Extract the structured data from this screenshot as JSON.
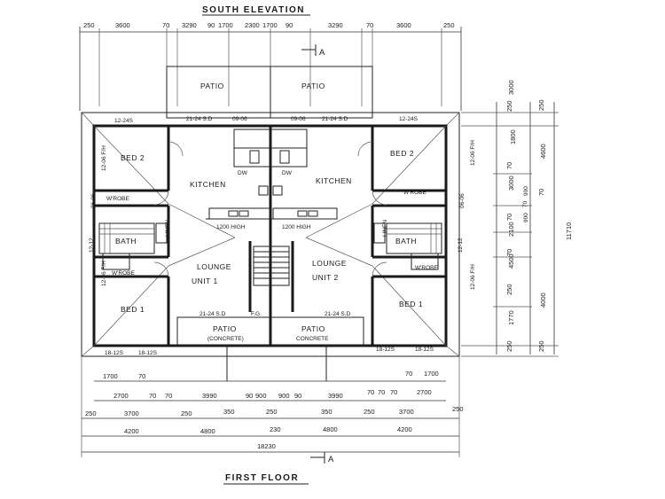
{
  "titles": {
    "top": "SOUTH ELEVATION",
    "bottom": "FIRST FLOOR",
    "section_marker": "A"
  },
  "rooms": {
    "patio": "PATIO",
    "kitchen": "KITCHEN",
    "bed1": "BED 1",
    "bed2": "BED 2",
    "wrobe": "W'ROBE",
    "bath": "BATH",
    "linen": "LINEN",
    "lounge": "LOUNGE",
    "unit1": "UNIT 1",
    "unit2": "UNIT 2",
    "patio_concrete_a": "(CONCRETE)",
    "patio_concrete_b": "CONCRETE",
    "bench_height": "1200 HIGH",
    "dw": "DW",
    "fg": "F.G.",
    "sd": "21-24 S.D"
  },
  "windows": {
    "top": [
      "12-24S",
      "21-24 S.D",
      "09-06",
      "09-06",
      "21-24 S.D",
      "12-24S"
    ],
    "left_side": [
      "12-06 F/H",
      "06-06",
      "12-12",
      "12-06 F/H"
    ],
    "right_side": [
      "12-06 F/H",
      "06-06",
      "12-12",
      "12-06 F/H"
    ],
    "bottom": [
      "18-12S",
      "18-12S",
      "18-12S",
      "18-12S"
    ],
    "bottom_sd": [
      "21-24 S.D",
      "21-24 S.D"
    ]
  },
  "dimensions": {
    "top_row": [
      "250",
      "3600",
      "70",
      "3290",
      "90",
      "1700",
      "2300",
      "1700",
      "90",
      "3290",
      "70",
      "3600",
      "250"
    ],
    "bottom_row1": [
      "1700",
      "70",
      "70",
      "1700"
    ],
    "bottom_row2": [
      "2700",
      "70",
      "70",
      "3990",
      "90",
      "900",
      "900",
      "90",
      "3990",
      "70",
      "70",
      "70",
      "2700"
    ],
    "bottom_row3": [
      "250",
      "3700",
      "250",
      "350",
      "250",
      "350",
      "250",
      "3700",
      "250"
    ],
    "bottom_row4": [
      "4200",
      "4800",
      "230",
      "4800",
      "4200"
    ],
    "bottom_total": "18230",
    "right_outer": [
      "250",
      "3000",
      "1800",
      "70",
      "3000",
      "70",
      "2100",
      "70",
      "4500",
      "250",
      "1770",
      "250"
    ],
    "right_inner": [
      "250",
      "4600",
      "70",
      "4000",
      "250"
    ],
    "right_total": "11710",
    "right_small": [
      "900",
      "70",
      "900"
    ]
  }
}
